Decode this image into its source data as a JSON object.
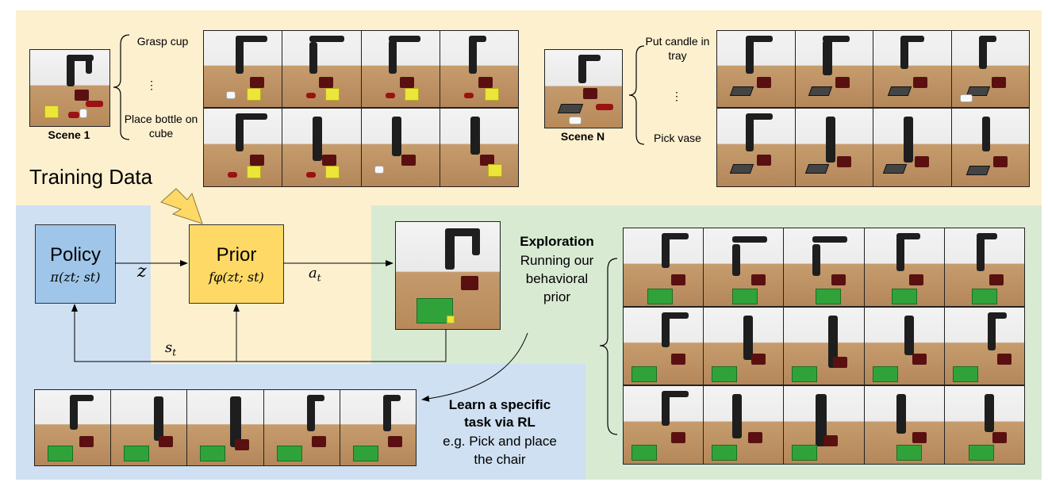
{
  "scene1": {
    "label": "Scene 1",
    "task_top": "Grasp cup",
    "ellipsis": "⋮",
    "task_bottom": "Place bottle on cube"
  },
  "sceneN": {
    "label": "Scene N",
    "task_top": "Put candle in tray",
    "ellipsis": "⋮",
    "task_bottom": "Pick vase"
  },
  "training_label": "Training Data",
  "policy": {
    "title": "Policy",
    "formula": "π(zt; st)"
  },
  "prior": {
    "title": "Prior",
    "formula": "fφ(zt; st)"
  },
  "edge_z": "z",
  "edge_a": "a",
  "edge_a_sub": "t",
  "edge_s": "s",
  "edge_s_sub": "t",
  "exploration": {
    "title": "Exploration",
    "line1": "Running our",
    "line2": "behavioral",
    "line3": "prior"
  },
  "learn": {
    "title_line1": "Learn a specific",
    "title_line2": "task via RL",
    "line1": "e.g. Pick and place",
    "line2": "the chair"
  },
  "colors": {
    "training_bg": "#fdf0cf",
    "rl_bg": "#cfe0f2",
    "explore_bg": "#d9ead3",
    "policy_box": "#9fc5e8",
    "prior_box": "#ffd966"
  }
}
